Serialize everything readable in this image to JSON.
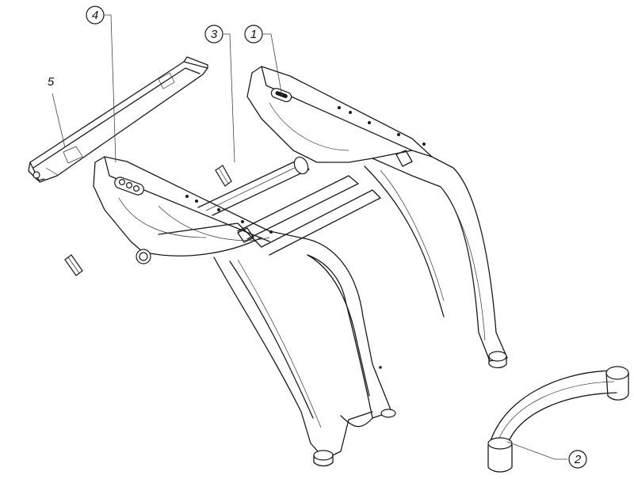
{
  "callouts": [
    {
      "id": "callout-1",
      "label": "1",
      "circled": true
    },
    {
      "id": "callout-2",
      "label": "2",
      "circled": true
    },
    {
      "id": "callout-3",
      "label": "3",
      "circled": true
    },
    {
      "id": "callout-4",
      "label": "4",
      "circled": true
    },
    {
      "id": "callout-5",
      "label": "5",
      "circled": false
    }
  ],
  "colors": {
    "line": "#1a1a1a",
    "background": "#ffffff"
  }
}
